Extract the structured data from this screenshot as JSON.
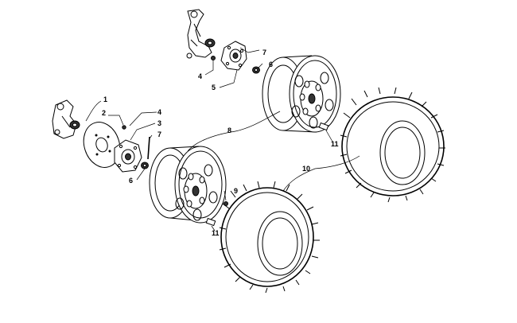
{
  "callouts": {
    "c1": "1",
    "c2": "2",
    "c3": "3",
    "c4a": "4",
    "c4b": "4",
    "c5": "5",
    "c6a": "6",
    "c6b": "6",
    "c7a": "7",
    "c7b": "7",
    "c8": "8",
    "c9": "9",
    "c10": "10",
    "c11a": "11",
    "c11b": "11"
  }
}
